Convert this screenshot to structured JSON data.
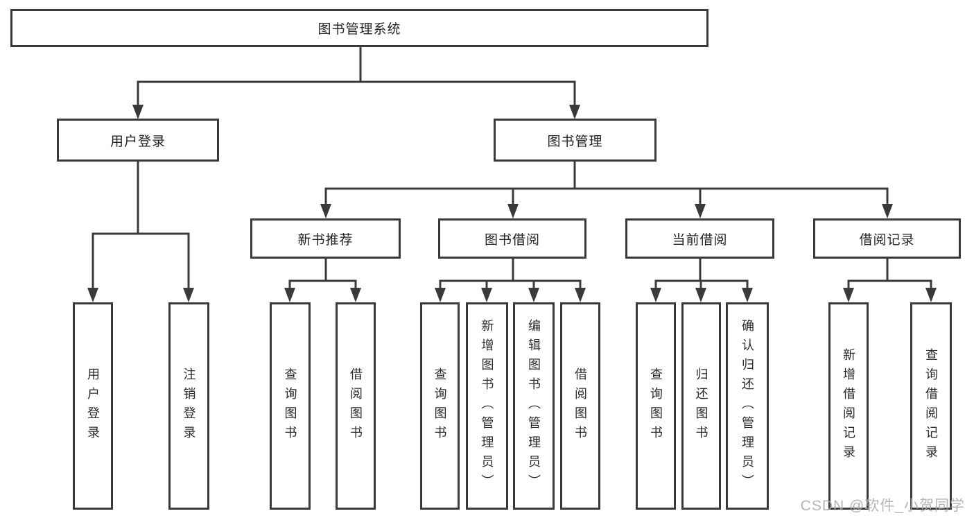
{
  "diagram": {
    "root": {
      "label": "图书管理系统"
    },
    "level2": [
      {
        "label": "用户登录",
        "children": [
          "用户登录",
          "注销登录"
        ]
      },
      {
        "label": "图书管理",
        "children": [
          "新书推荐",
          "图书借阅",
          "当前借阅",
          "借阅记录"
        ]
      }
    ],
    "level3": [
      {
        "label": "新书推荐",
        "children": [
          "查询图书",
          "借阅图书"
        ]
      },
      {
        "label": "图书借阅",
        "children": [
          "查询图书",
          "新增图书（管理员）",
          "编辑图书（管理员）",
          "借阅图书"
        ]
      },
      {
        "label": "当前借阅",
        "children": [
          "查询图书",
          "归还图书",
          "确认归还（管理员）"
        ]
      },
      {
        "label": "借阅记录",
        "children": [
          "新增借阅记录",
          "查询借阅记录"
        ]
      }
    ],
    "leaves": [
      {
        "label": "用户登录"
      },
      {
        "label": "注销登录"
      },
      {
        "label": "查询图书"
      },
      {
        "label": "借阅图书"
      },
      {
        "label": "查询图书"
      },
      {
        "label": "新增图书（管理员）"
      },
      {
        "label": "编辑图书（管理员）"
      },
      {
        "label": "借阅图书"
      },
      {
        "label": "查询图书"
      },
      {
        "label": "归还图书"
      },
      {
        "label": "确认归还（管理员）"
      },
      {
        "label": "新增借阅记录"
      },
      {
        "label": "查询借阅记录"
      }
    ]
  },
  "watermark": "CSDN @软件_小贺同学",
  "colors": {
    "line": "#3a3a3a",
    "text": "#232323",
    "watermark": "#a9a9a9",
    "background": "#ffffff"
  }
}
